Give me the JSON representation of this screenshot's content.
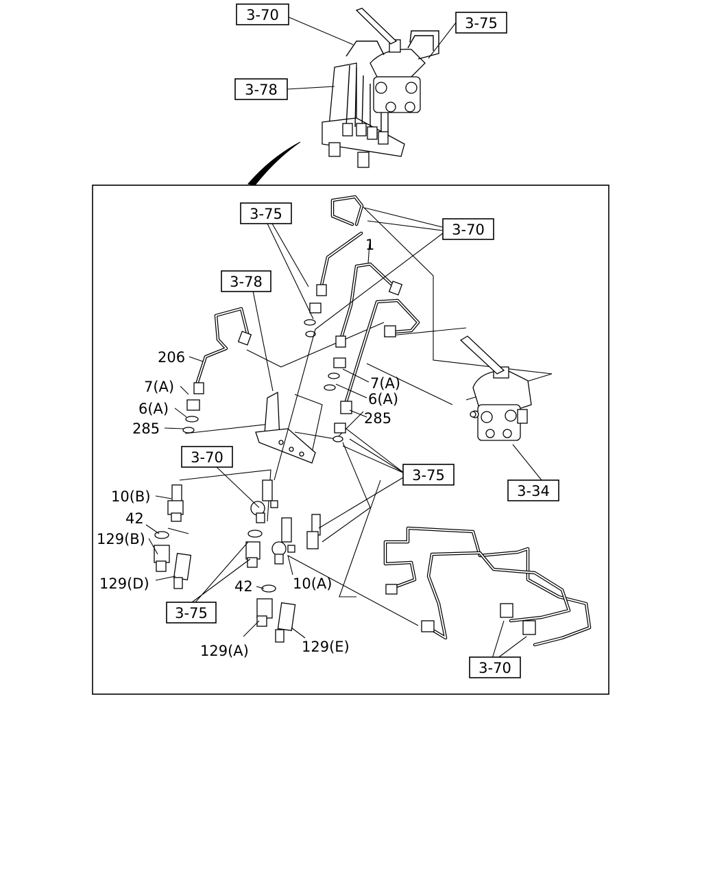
{
  "refs": {
    "r1": "3-70",
    "r2": "3-75",
    "r3": "3-78",
    "r4": "3-75",
    "r5": "3-70",
    "r6": "3-78",
    "r7": "3-70",
    "r8": "3-75",
    "r9": "3-34",
    "r10": "3-75",
    "r11": "3-70"
  },
  "labels": {
    "l_1": "1",
    "l_206": "206",
    "l_7a_l": "7(A)",
    "l_6a_l": "6(A)",
    "l_285_l": "285",
    "l_7a_r": "7(A)",
    "l_6a_r": "6(A)",
    "l_285_r": "285",
    "l_10b": "10(B)",
    "l_42_t": "42",
    "l_129b": "129(B)",
    "l_129d": "129(D)",
    "l_42_b": "42",
    "l_10a": "10(A)",
    "l_129a": "129(A)",
    "l_129e": "129(E)"
  }
}
